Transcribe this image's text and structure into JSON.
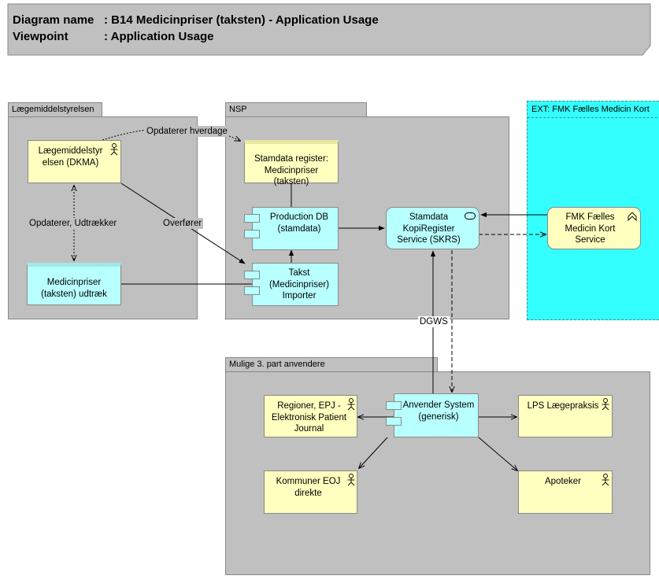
{
  "header": {
    "diagram_name_label": "Diagram name",
    "diagram_name_value": ": B14 Medicinpriser (taksten) - Application Usage",
    "viewpoint_label": "Viewpoint",
    "viewpoint_value": ": Application Usage"
  },
  "groups": {
    "laegemiddel": "Lægemiddelstyrelsen",
    "nsp": "NSP",
    "ext": "EXT: FMK Fælles Medicin Kort",
    "mulige": "Mulige 3. part anvendere"
  },
  "nodes": {
    "dkma": "Lægemiddelstyr elsen (DKMA)",
    "udtraek": "Medicinpriser (taksten) udtræk",
    "stamdata_register": "Stamdata register: Medicinpriser (taksten)",
    "production_db": "Production DB (stamdata)",
    "takst_importer": "Takst (Medicinpriser) Importer",
    "skrs": "Stamdata KopiRegister Service (SKRS)",
    "fmk": "FMK Fælles Medicin Kort Service",
    "anvender": "Anvender System (generisk)",
    "regioner": "Regioner, EPJ - Elektronisk Patient Journal",
    "lps": "LPS Lægepraksis",
    "kommuner": "Kommuner EOJ direkte",
    "apoteker": "Apoteker"
  },
  "edge_labels": {
    "opdaterer_hverdage": "Opdaterer hverdage",
    "opdaterer_udtraekker": "Opdaterer, Udtrækker",
    "overforer": "Overfører",
    "dgws": "DGWS"
  },
  "colors": {
    "group_grey": "#c0c0c0",
    "application": "#b8ffff",
    "business": "#ffffc0",
    "ext_group": "#33ffff"
  }
}
